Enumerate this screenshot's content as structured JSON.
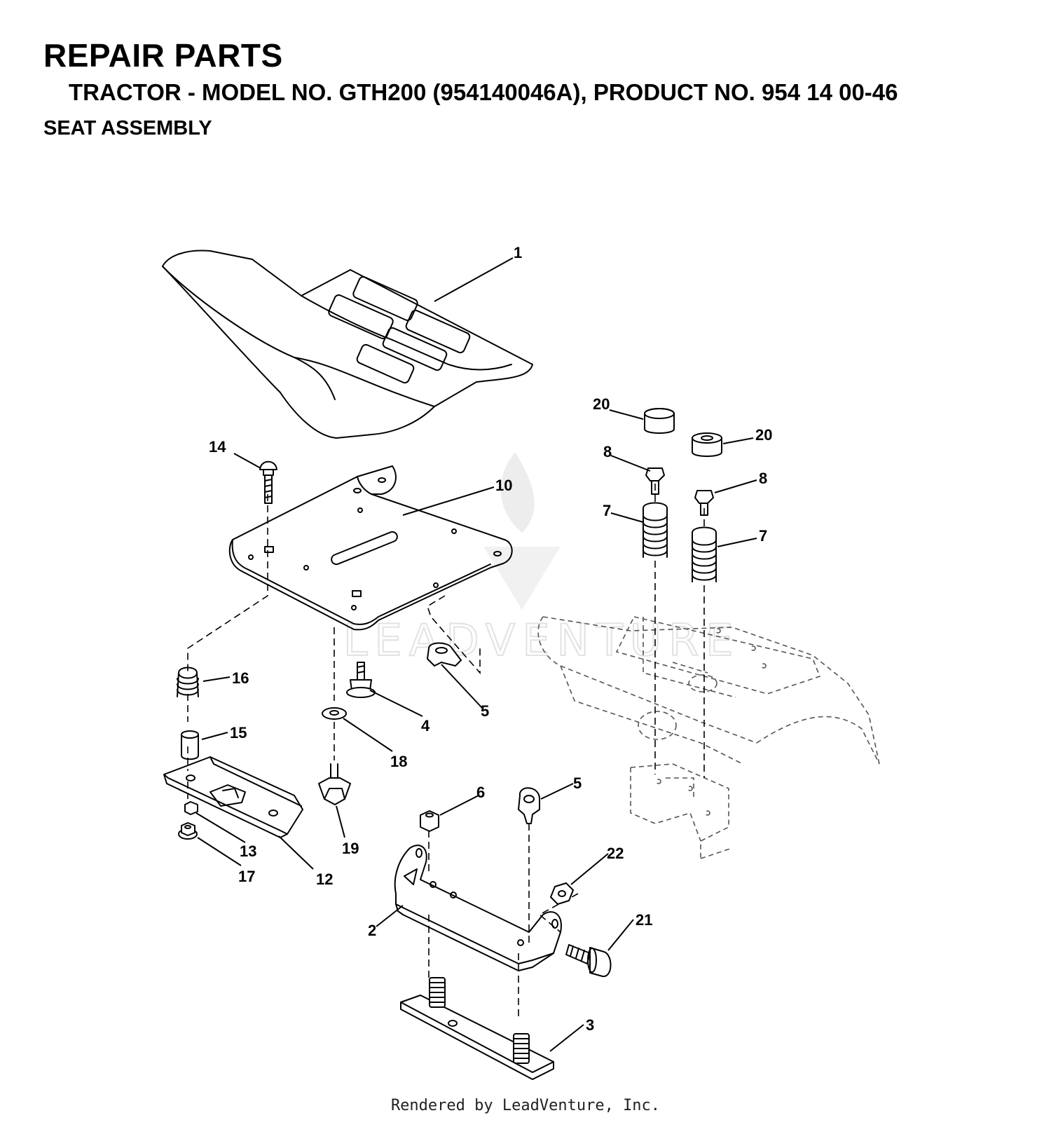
{
  "header": {
    "title": "REPAIR PARTS",
    "subtitle": "TRACTOR - MODEL NO. GTH200 (954140046A), PRODUCT NO. 954 14 00-46",
    "section": "SEAT ASSEMBLY"
  },
  "watermark": "LEADVENTURE",
  "footer": "Rendered by LeadVenture, Inc.",
  "callouts": {
    "c1": "1",
    "c2": "2",
    "c3": "3",
    "c4": "4",
    "c5a": "5",
    "c5b": "5",
    "c6": "6",
    "c7a": "7",
    "c7b": "7",
    "c8a": "8",
    "c8b": "8",
    "c10": "10",
    "c12": "12",
    "c13": "13",
    "c14": "14",
    "c15": "15",
    "c16": "16",
    "c17": "17",
    "c18": "18",
    "c19": "19",
    "c20a": "20",
    "c20b": "20",
    "c21": "21",
    "c22": "22"
  }
}
